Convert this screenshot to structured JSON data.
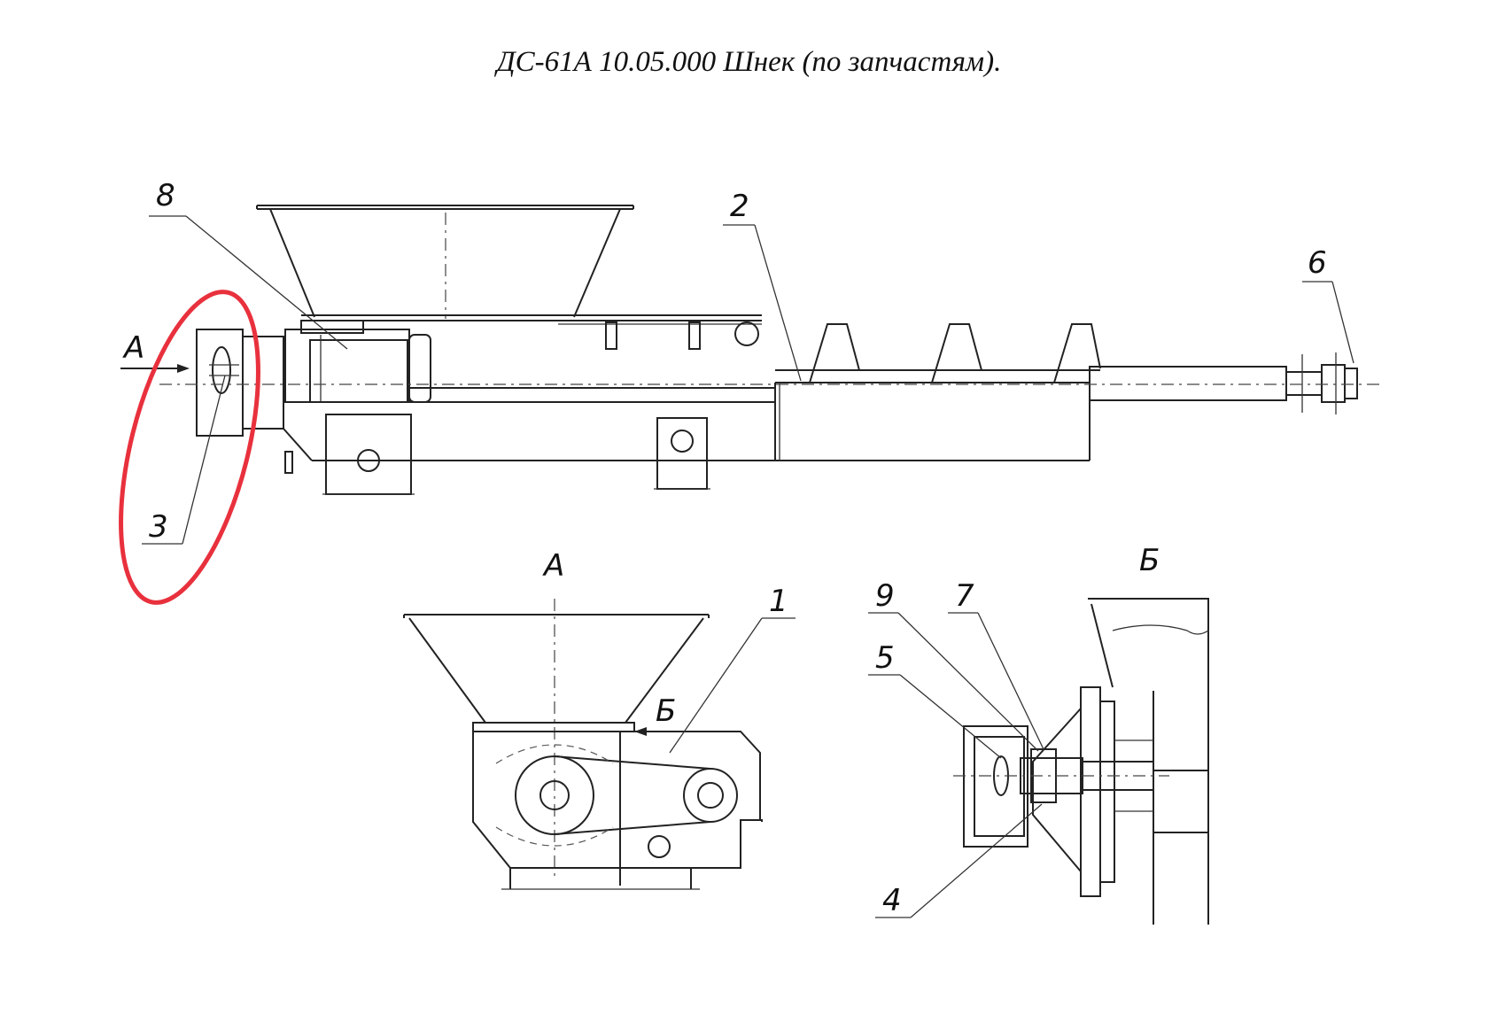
{
  "title": "ДС-61А 10.05.000 Шнек (по запчастям).",
  "callouts": {
    "c1": "1",
    "c2": "2",
    "c3": "3",
    "c4": "4",
    "c5": "5",
    "c6": "6",
    "c7": "7",
    "c8": "8",
    "c9": "9"
  },
  "views": {
    "view_a": "А",
    "view_b": "Б"
  },
  "arrows": {
    "arrow_a": "А",
    "arrow_b": "Б"
  },
  "colors": {
    "line": "#222222",
    "highlight": "#e8313d",
    "background": "#ffffff"
  }
}
